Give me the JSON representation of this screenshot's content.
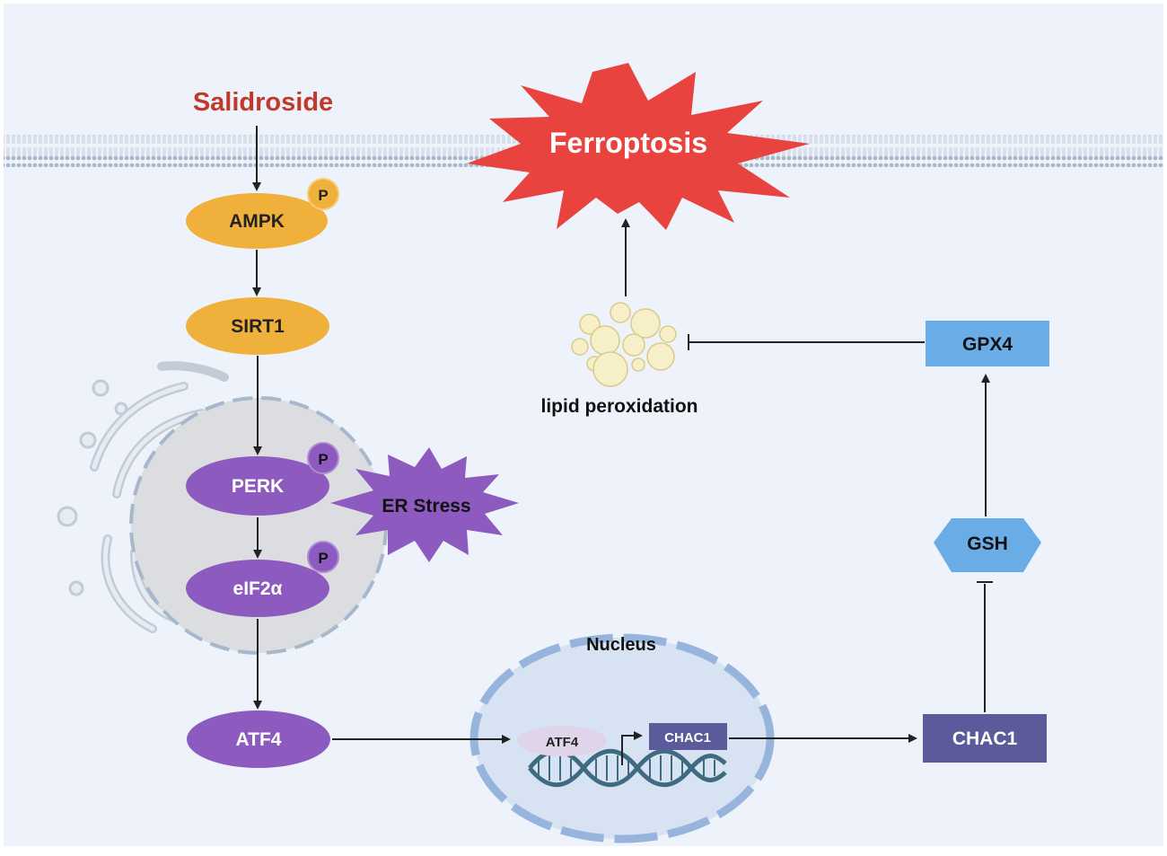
{
  "labels": {
    "salidroside": "Salidroside",
    "ferroptosis": "Ferroptosis",
    "ampk": "AMPK",
    "sirt1": "SIRT1",
    "perk": "PERK",
    "eif2a": "eIF2α",
    "atf4": "ATF4",
    "er_stress": "ER Stress",
    "phospho": "P",
    "lipid_peroxidation": "lipid peroxidation",
    "gpx4": "GPX4",
    "gsh": "GSH",
    "chac1": "CHAC1",
    "nucleus": "Nucleus",
    "nucleus_atf4": "ATF4",
    "nucleus_chac1": "CHAC1"
  },
  "colors": {
    "background": "#eef3fb",
    "membrane": "#a9b8cc",
    "ampk_sirt1": "#f0b13c",
    "perk_path": "#8d5bbf",
    "ferroptosis": "#e8433f",
    "salidroside_text": "#c0392b",
    "gpx4_gsh": "#6aace6",
    "chac1": "#5b5b9c",
    "lipid_droplet": "#f6efc8",
    "nucleus_fill": "#d7e3f2",
    "dna": "#3f6b82"
  }
}
